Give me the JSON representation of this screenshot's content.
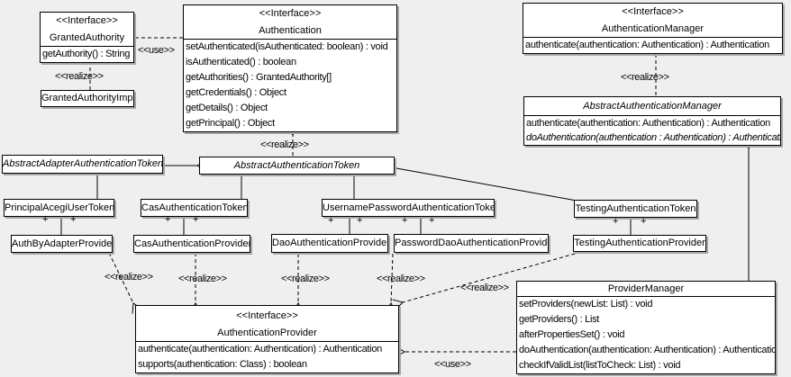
{
  "ui": {
    "interface_stereotype": "<<Interface>>",
    "use_label": "<<use>>",
    "realize_label": "<<realize>>",
    "plus": "+",
    "colors": {
      "background": "#f0efef",
      "box_fill": "#ffffff",
      "line": "#000000",
      "shadow": "#a8a8a8"
    }
  },
  "classes": {
    "granted_authority": {
      "name": "GrantedAuthority",
      "methods": [
        "getAuthority() : String"
      ]
    },
    "granted_authority_impl": {
      "name": "GrantedAuthorityImpl"
    },
    "authentication": {
      "name": "Authentication",
      "methods": [
        "setAuthenticated(isAuthenticated: boolean) : void",
        "isAuthenticated() : boolean",
        "getAuthorities() : GrantedAuthority[]",
        "getCredentials() : Object",
        "getDetails() : Object",
        "getPrincipal() : Object"
      ]
    },
    "authentication_manager": {
      "name": "AuthenticationManager",
      "methods": [
        "authenticate(authentication: Authentication) : Authentication"
      ]
    },
    "abstract_authentication_manager": {
      "name": "AbstractAuthenticationManager",
      "methods": [
        "authenticate(authentication: Authentication) : Authentication",
        "doAuthentication(authentication : Authentication) : Authentication"
      ]
    },
    "abstract_adapter_authentication_token": {
      "name": "AbstractAdapterAuthenticationToken"
    },
    "abstract_authentication_token": {
      "name": "AbstractAuthenticationToken"
    },
    "principal_acegi_user_token": {
      "name": "PrincipalAcegiUserToken"
    },
    "cas_authentication_token": {
      "name": "CasAuthenticationToken"
    },
    "username_password_authentication_token": {
      "name": "UsernamePasswordAuthenticationToken"
    },
    "testing_authentication_token": {
      "name": "TestingAuthenticationToken"
    },
    "auth_by_adapter_provider": {
      "name": "AuthByAdapterProvider"
    },
    "cas_authentication_provider": {
      "name": "CasAuthenticationProvider"
    },
    "dao_authentication_provider": {
      "name": "DaoAuthenticationProvider"
    },
    "password_dao_authentication_provider": {
      "name": "PasswordDaoAuthenticationProvider"
    },
    "testing_authentication_provider": {
      "name": "TestingAuthenticationProvider"
    },
    "authentication_provider": {
      "name": "AuthenticationProvider",
      "methods": [
        "authenticate(authentication: Authentication) : Authentication",
        "supports(authentication: Class) : boolean"
      ]
    },
    "provider_manager": {
      "name": "ProviderManager",
      "methods": [
        "setProviders(newList: List) : void",
        "getProviders() : List",
        "afterPropertiesSet() : void",
        "doAuthentication(authentication: Authentication) : Authentication",
        "checkIfValidList(listToCheck: List) : void"
      ]
    }
  }
}
